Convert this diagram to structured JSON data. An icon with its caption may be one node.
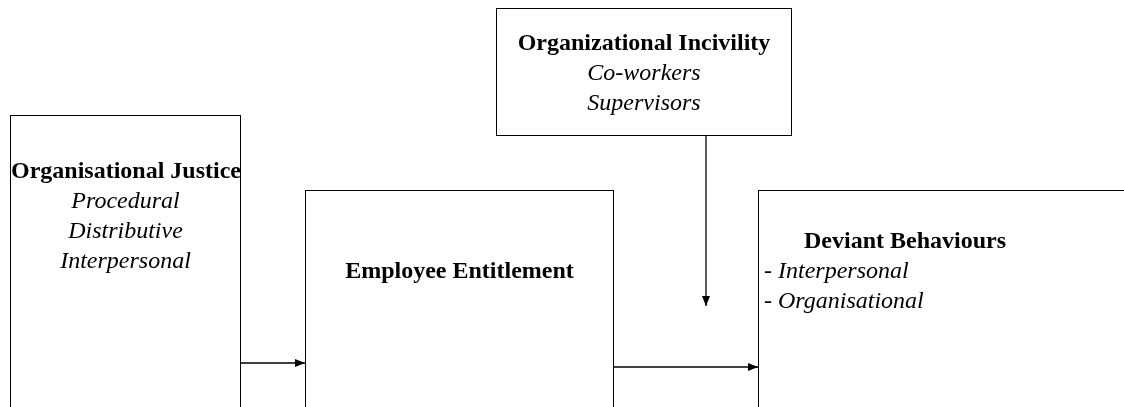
{
  "diagram": {
    "nodes": [
      {
        "text": [
          "Organisational Justice",
          "Procedural",
          "Distributive",
          "Interpersonal"
        ]
      },
      {
        "text": [
          "Employee Entitlement"
        ]
      },
      {
        "text": [
          "Organizational Incivility",
          "Co-workers",
          "Supervisors"
        ]
      },
      {
        "text": [
          "Deviant Behaviours",
          "- Interpersonal",
          "- Organisational"
        ]
      }
    ],
    "edges": [
      {
        "from": 0,
        "to": 1,
        "arrow": "to"
      },
      {
        "from": 1,
        "to": 3,
        "arrow": "to"
      },
      {
        "from": 2,
        "to": null,
        "arrow": "to"
      }
    ]
  }
}
